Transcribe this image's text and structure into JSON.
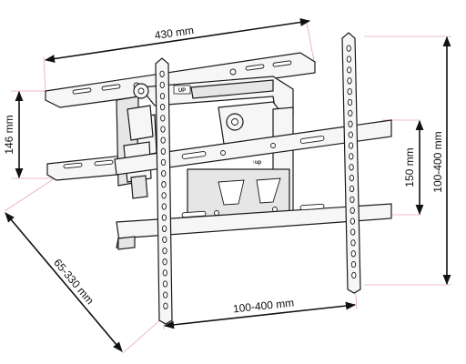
{
  "diagram": {
    "dimensions": {
      "top_width": "430 mm",
      "left_height": "146 mm",
      "inner_height": "150 mm",
      "vesa_height": "100-400 mm",
      "vesa_width": "100-400 mm",
      "extension": "65-330 mm"
    },
    "labels": {
      "up_plate": "UP",
      "up_center": "↑up"
    },
    "colors": {
      "extension_lines": "#e6a8b8",
      "outline": "#1a1a1a",
      "dimension_lines": "#111111"
    }
  }
}
